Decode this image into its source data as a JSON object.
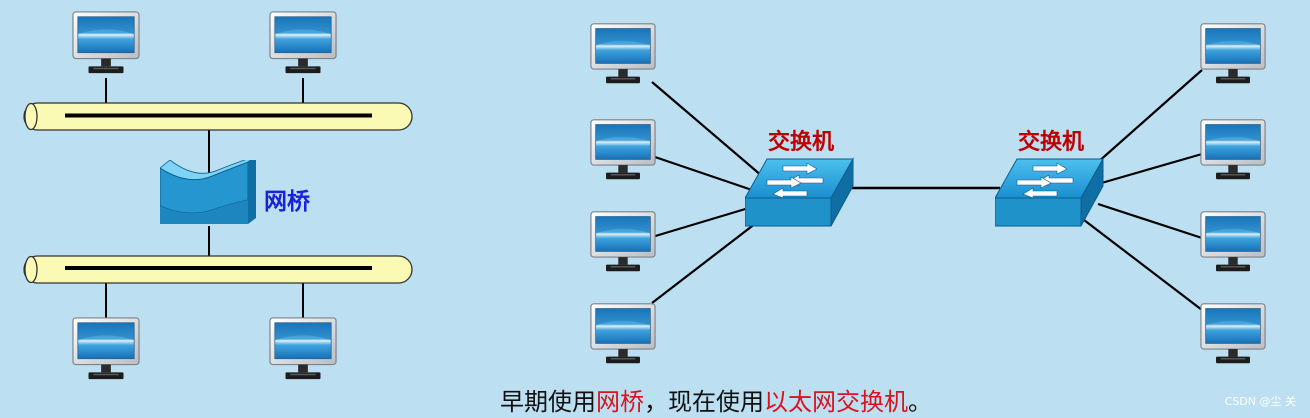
{
  "bridge_label": "网桥",
  "switch_labels": [
    "交换机",
    "交换机"
  ],
  "caption": {
    "part1": "早期使用",
    "part2": "网桥",
    "part3": "，现在使用",
    "part4": "以太网交换机",
    "part5": "。"
  },
  "watermark": "CSDN @尘  关",
  "icons": {
    "computer": "computer-icon",
    "bridge": "bridge-icon",
    "switch": "switch-icon",
    "bus": "ethernet-bus-cable"
  },
  "colors": {
    "background": "#bddff2",
    "bus_fill": "#fbfab4",
    "bridge_label": "#1a22d6",
    "switch_label": "#c00000",
    "caption_highlight": "#d8141c",
    "device_blue": "#1f93c9"
  }
}
